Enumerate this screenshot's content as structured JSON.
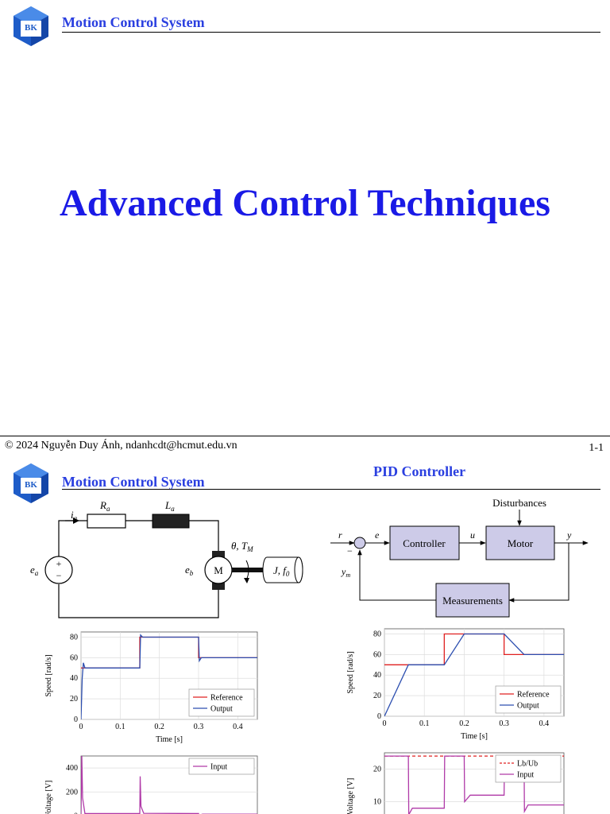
{
  "colors": {
    "accent": "#2a3fe0",
    "title": "#1a1ae6",
    "reference": "#e02020",
    "output": "#2d4fb0",
    "input": "#b03aa8",
    "block_fill": "#cdcbe8"
  },
  "slide1": {
    "header_title": "Motion Control System",
    "main_title": "Advanced Control Techniques",
    "logo_text": "BK"
  },
  "footer": {
    "copyright": "© 2024 Nguyễn Duy Ánh, ndanhcdt@hcmut.edu.vn",
    "page_number": "1-1"
  },
  "slide2": {
    "header_title": "Motion Control System",
    "section_title": "PID Controller",
    "logo_text": "BK",
    "circuit": {
      "ia": "i",
      "ia_sub": "a",
      "Ra": "R",
      "Ra_sub": "a",
      "La": "L",
      "La_sub": "a",
      "ea": "e",
      "ea_sub": "a",
      "eb": "e",
      "eb_sub": "b",
      "motor": "M",
      "torque": "θ, T",
      "torque_sub": "M",
      "load": "J, f",
      "load_sub": "0",
      "plus": "+",
      "minus": "−"
    },
    "block_diagram": {
      "r": "r",
      "e": "e",
      "u": "u",
      "y": "y",
      "ym": "y",
      "ym_sub": "m",
      "minus": "−",
      "controller": "Controller",
      "motor": "Motor",
      "measurements": "Measurements",
      "disturbances": "Disturbances"
    }
  },
  "chart_data": [
    {
      "type": "line",
      "xlabel": "Time [s]",
      "ylabel": "Speed [rad/s]",
      "xlim": [
        0,
        0.45
      ],
      "ylim": [
        0,
        85
      ],
      "xticks": [
        "0",
        "0.1",
        "0.2",
        "0.3",
        "0.4"
      ],
      "yticks": [
        "0",
        "20",
        "40",
        "60",
        "80"
      ],
      "grid": true,
      "legend": "bottom-right",
      "series": [
        {
          "name": "Reference",
          "x": [
            0,
            0.15,
            0.15,
            0.3,
            0.3,
            0.45
          ],
          "y": [
            50,
            50,
            80,
            80,
            60,
            60
          ]
        },
        {
          "name": "Output",
          "x": [
            0,
            0.003,
            0.006,
            0.01,
            0.15,
            0.152,
            0.157,
            0.3,
            0.302,
            0.307,
            0.45
          ],
          "y": [
            0,
            40,
            55,
            50,
            50,
            82,
            80,
            80,
            57,
            60,
            60
          ]
        }
      ]
    },
    {
      "type": "line",
      "xlabel": "Time [s]",
      "ylabel": "Speed [rad/s]",
      "xlim": [
        0,
        0.45
      ],
      "ylim": [
        0,
        85
      ],
      "xticks": [
        "0",
        "0.1",
        "0.2",
        "0.3",
        "0.4"
      ],
      "yticks": [
        "0",
        "20",
        "40",
        "60",
        "80"
      ],
      "grid": true,
      "legend": "bottom-right",
      "series": [
        {
          "name": "Reference",
          "x": [
            0,
            0.15,
            0.15,
            0.3,
            0.3,
            0.45
          ],
          "y": [
            50,
            50,
            80,
            80,
            60,
            60
          ]
        },
        {
          "name": "Output",
          "x": [
            0,
            0.06,
            0.15,
            0.2,
            0.3,
            0.35,
            0.45
          ],
          "y": [
            0,
            50,
            50,
            80,
            80,
            60,
            60
          ]
        }
      ]
    },
    {
      "type": "line",
      "xlabel": "",
      "ylabel": "Voltage [V]",
      "xlim": [
        0,
        0.45
      ],
      "ylim": [
        -30,
        500
      ],
      "yticks": [
        "0",
        "200",
        "400"
      ],
      "grid": true,
      "legend": "top-right",
      "series": [
        {
          "name": "Input",
          "x": [
            0,
            0.002,
            0.004,
            0.01,
            0.15,
            0.151,
            0.153,
            0.16,
            0.3,
            0.301,
            0.304,
            0.31,
            0.45
          ],
          "y": [
            0,
            500,
            150,
            20,
            20,
            330,
            80,
            22,
            20,
            -40,
            10,
            15,
            15
          ]
        }
      ]
    },
    {
      "type": "line",
      "xlabel": "",
      "ylabel": "Voltage [V]",
      "xlim": [
        0,
        0.45
      ],
      "ylim": [
        5,
        25
      ],
      "yticks": [
        "10",
        "20"
      ],
      "grid": true,
      "legend": "top-right",
      "series": [
        {
          "name": "Lb/Ub",
          "x": [
            0,
            0.45
          ],
          "y": [
            24,
            24
          ]
        },
        {
          "name": "Input",
          "x": [
            0,
            0.06,
            0.061,
            0.07,
            0.15,
            0.151,
            0.2,
            0.201,
            0.215,
            0.3,
            0.301,
            0.35,
            0.351,
            0.36,
            0.45
          ],
          "y": [
            24,
            24,
            6,
            8,
            8,
            24,
            24,
            10,
            12,
            12,
            24,
            24,
            7,
            9,
            9
          ]
        }
      ]
    }
  ]
}
